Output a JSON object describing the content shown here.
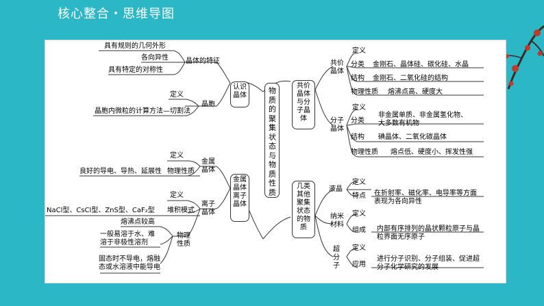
{
  "title": "核心整合・思维导图",
  "center": "物质的聚集状态与物质性质",
  "left": {
    "know_crystal": {
      "box": "认识晶体",
      "features_head": "晶体的特征",
      "features": [
        "具有规则的几何外形",
        "各向异性",
        "具有特定的对称性"
      ],
      "cell_head": "晶胞",
      "cell_def": "定义",
      "cell_method": "晶胞内微粒的计算方法—切割法"
    },
    "metal_ionic": {
      "box": "金属晶体离子晶体",
      "metal_head": "金属晶体",
      "metal_def": "定义",
      "metal_phys_label": "物理性质",
      "metal_phys": "良好的导电、导热、延展性",
      "ionic_head": "离子晶体",
      "ionic_def": "定义",
      "ionic_stack_label": "堆积模式",
      "ionic_stack": "NaCl型、CsCl型、ZnS型、CaF₂型",
      "ionic_phys_label": "物理性质",
      "ionic_phys": [
        "熔沸点较高",
        "一般易溶于水、难溶于非极性溶剂",
        "固态时不导电，熔融态或水溶液中能导电"
      ]
    }
  },
  "right": {
    "covalent_molecular": {
      "box": "共价晶体与分子晶体",
      "cov_head": "共价晶体",
      "cov_rows": [
        {
          "label": "定义",
          "value": ""
        },
        {
          "label": "分类",
          "value": "金刚石、晶体硅、碳化硅、水晶"
        },
        {
          "label": "结构",
          "value": "金刚石、二氧化硅的结构"
        },
        {
          "label": "物理性质",
          "value": "熔沸点高、硬度大"
        }
      ],
      "mol_head": "分子晶体",
      "mol_rows": [
        {
          "label": "定义",
          "value": ""
        },
        {
          "label": "分类",
          "value": "非金属单质、非金属氢化物、大多数有机物"
        },
        {
          "label": "结构",
          "value": "碘晶体、二氧化碳晶体"
        },
        {
          "label": "物理性质",
          "value": "熔点低、硬度小、挥发性强"
        }
      ]
    },
    "other_states": {
      "box": "几类其他聚集状态的物质",
      "lc_head": "液晶",
      "lc_def": "定义",
      "lc_feature_label": "特点",
      "lc_feature": "在折射率、磁化率、电导率等方面表现为各向异性",
      "nano_head": "纳米材料",
      "nano_def": "定义",
      "nano_comp_label": "组成",
      "nano_comp": "内部有序排列的晶状颗粒原子与晶粒界面无序原子",
      "supra_head": "超分子",
      "supra_def": "定义",
      "supra_app_label": "应用",
      "supra_app": "进行分子识别、分子组装、促进超分子化学研究的发展"
    }
  },
  "colors": {
    "background": "#2bb7c6",
    "board": "#ffffff",
    "line": "#333333"
  }
}
